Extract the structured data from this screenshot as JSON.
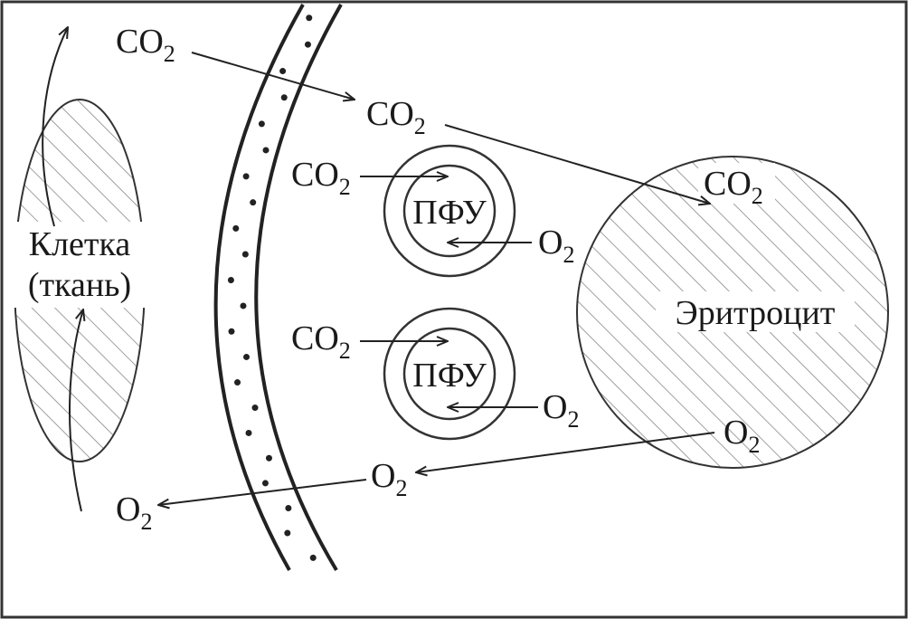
{
  "cell": {
    "line1": "Клетка",
    "line2": "(ткань)"
  },
  "erythrocyte": {
    "label": "Эритроцит"
  },
  "pfu": [
    {
      "label": "ПФУ"
    },
    {
      "label": "ПФУ"
    }
  ],
  "gases": {
    "co2_a": {
      "main": "CO",
      "sub": "2"
    },
    "co2_b": {
      "main": "CO",
      "sub": "2"
    },
    "co2_c": {
      "main": "CO",
      "sub": "2"
    },
    "co2_pfu1": {
      "main": "CO",
      "sub": "2"
    },
    "co2_pfu2": {
      "main": "CO",
      "sub": "2"
    },
    "o2_pfu1": {
      "main": "O",
      "sub": "2"
    },
    "o2_pfu2": {
      "main": "O",
      "sub": "2"
    },
    "o2_a": {
      "main": "O",
      "sub": "2"
    },
    "o2_b": {
      "main": "O",
      "sub": "2"
    },
    "o2_c": {
      "main": "O",
      "sub": "2"
    }
  },
  "colors": {
    "line": "#222222",
    "hatch": "#777777"
  }
}
